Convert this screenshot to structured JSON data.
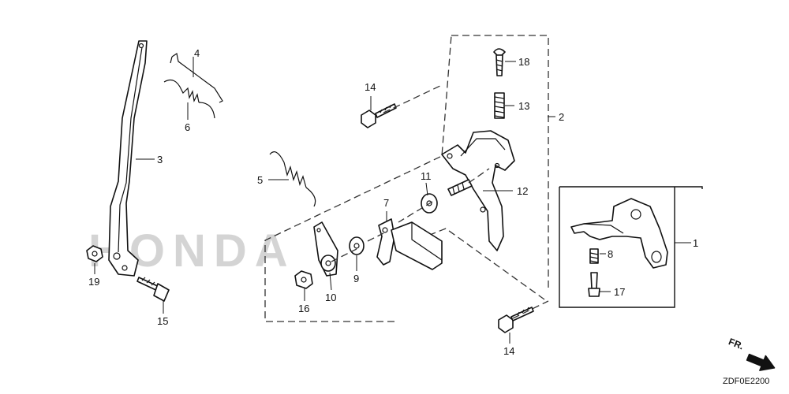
{
  "diagram": {
    "watermark": "HONDA",
    "drawing_code": "ZDF0E2200",
    "direction_label": "FR.",
    "callouts": {
      "c1": "1",
      "c2": "2",
      "c3": "3",
      "c4": "4",
      "c5": "5",
      "c6": "6",
      "c7": "7",
      "c8": "8",
      "c9": "9",
      "c10": "10",
      "c11": "11",
      "c12": "12",
      "c13": "13",
      "c14a": "14",
      "c14b": "14",
      "c15": "15",
      "c16": "16",
      "c17": "17",
      "c18": "18",
      "c19": "19"
    }
  }
}
